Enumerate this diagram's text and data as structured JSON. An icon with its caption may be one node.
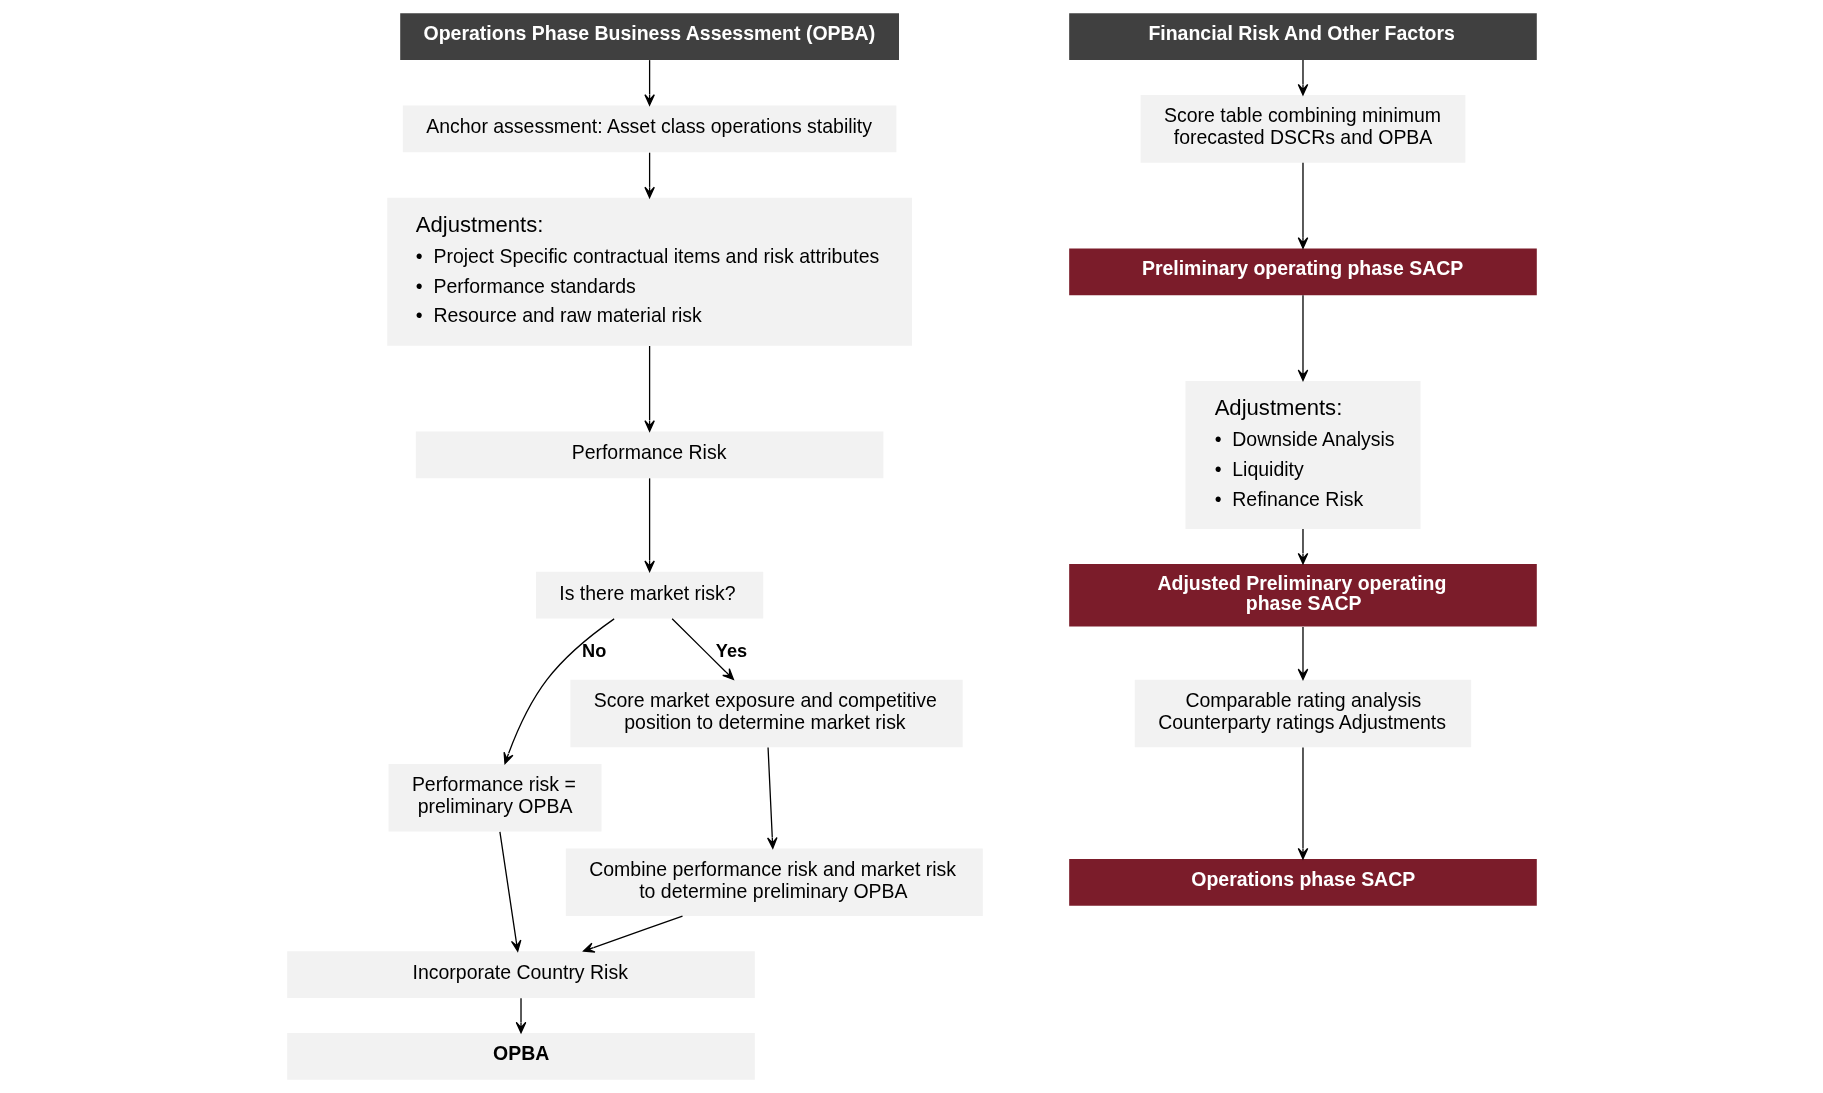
{
  "diagram": {
    "nodes": [
      {
        "text": [
          "Operations Phase Business Assessment (OPBA)"
        ]
      },
      {
        "text": [
          "Anchor assessment: Asset class operations stability"
        ]
      },
      {
        "text": [
          "Adjustments:",
          "•  Project Specific contractual items and risk attributes",
          "•  Performance standards",
          "•  Resource and raw material risk"
        ]
      },
      {
        "text": [
          "Performance Risk"
        ]
      },
      {
        "text": [
          "Is there market risk?"
        ]
      },
      {
        "text": [
          "Performance risk = preliminary OPBA"
        ]
      },
      {
        "text": [
          "Score market exposure and competitive position to determine market risk"
        ]
      },
      {
        "text": [
          "Combine performance risk and market risk to determine preliminary OPBA"
        ]
      },
      {
        "text": [
          "Incorporate Country Risk"
        ]
      },
      {
        "text": [
          "OPBA"
        ]
      },
      {
        "text": [
          "Financial Risk And Other Factors"
        ]
      },
      {
        "text": [
          "Score table combining minimum forecasted DSCRs and OPBA"
        ]
      },
      {
        "text": [
          "Preliminary operating phase SACP"
        ]
      },
      {
        "text": [
          "Adjustments:",
          "•  Downside Analysis",
          "•  Liquidity",
          "•  Refinance Risk"
        ]
      },
      {
        "text": [
          "Adjusted Preliminary operating phase SACP"
        ]
      },
      {
        "text": [
          "Comparable rating analysis",
          "Counterparty ratings Adjustments"
        ]
      },
      {
        "text": [
          "Operations phase SACP"
        ]
      }
    ],
    "edges": [
      {
        "from": 0,
        "to": 1,
        "arrow": "to"
      },
      {
        "from": 1,
        "to": 2,
        "arrow": "to"
      },
      {
        "from": 2,
        "to": 3,
        "arrow": "to"
      },
      {
        "from": 3,
        "to": 4,
        "arrow": "to"
      },
      {
        "from": 4,
        "to": 5,
        "arrow": "to",
        "label": "No"
      },
      {
        "from": 4,
        "to": 6,
        "arrow": "to",
        "label": "Yes"
      },
      {
        "from": 6,
        "to": 7,
        "arrow": "to"
      },
      {
        "from": 5,
        "to": 8,
        "arrow": "to"
      },
      {
        "from": 7,
        "to": 8,
        "arrow": "to"
      },
      {
        "from": 8,
        "to": 9,
        "arrow": "to"
      },
      {
        "from": 10,
        "to": 11,
        "arrow": "to"
      },
      {
        "from": 11,
        "to": 12,
        "arrow": "to"
      },
      {
        "from": 12,
        "to": 13,
        "arrow": "to"
      },
      {
        "from": 13,
        "to": 14,
        "arrow": "to"
      },
      {
        "from": 14,
        "to": 15,
        "arrow": "to"
      },
      {
        "from": 15,
        "to": 16,
        "arrow": "to"
      }
    ]
  }
}
